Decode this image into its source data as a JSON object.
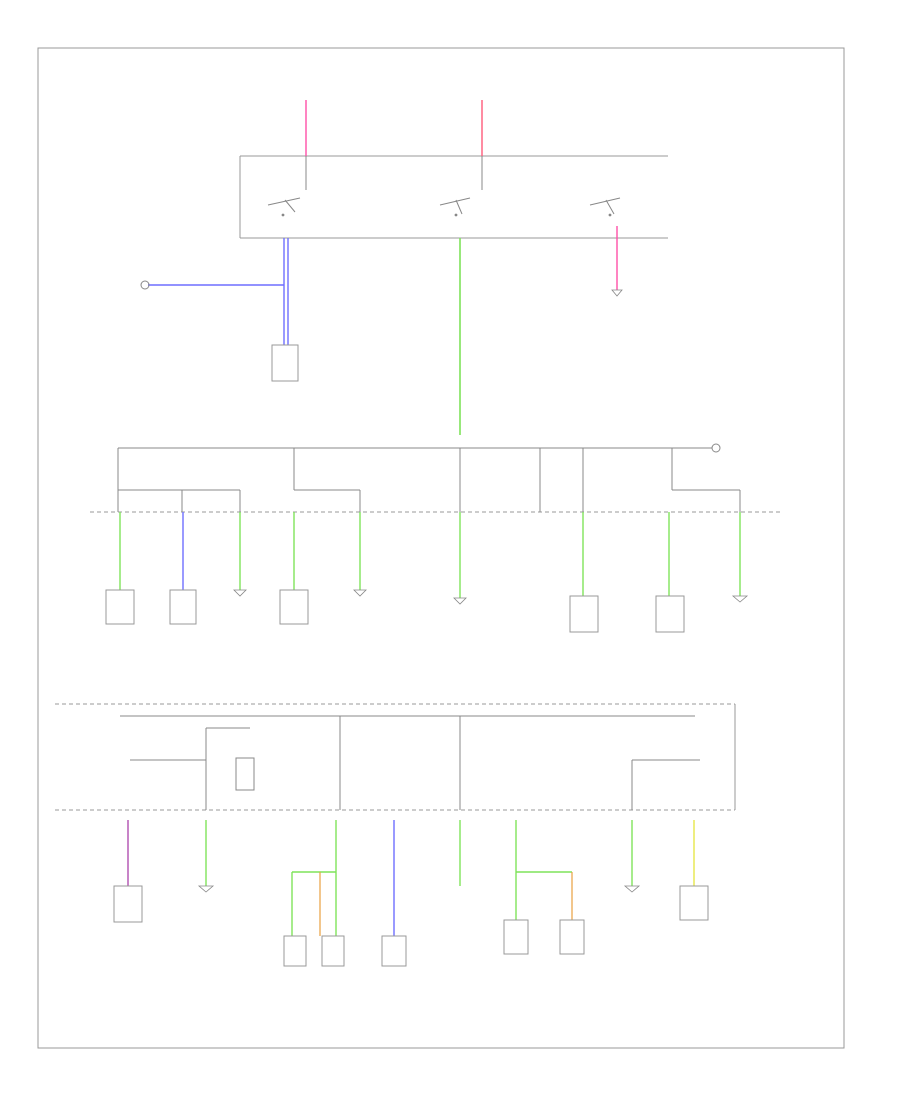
{
  "diagram": {
    "footer_code": "",
    "wire_colors": {
      "black": "#555555",
      "pink": "#ff4fa8",
      "red_pink": "#ff5a7a",
      "blue": "#6f6fff",
      "green": "#7fe35a",
      "yellow": "#e6e64a",
      "orange": "#e8a040",
      "frame": "#999999"
    },
    "labels": {
      "top_source_left": "",
      "top_source_right": "",
      "ignition_switch": "",
      "engine_junction_box": "",
      "interior_junction_box": ""
    },
    "components": [
      {
        "id": "left-starter-relay",
        "label": ""
      },
      {
        "id": "ground-lower-right",
        "label": ""
      },
      {
        "id": "dash-cluster",
        "label": ""
      },
      {
        "id": "horn-relay",
        "label": ""
      },
      {
        "id": "module-a",
        "label": ""
      },
      {
        "id": "transmission-control-module",
        "label": ""
      },
      {
        "id": "cruise-control-module",
        "label": ""
      },
      {
        "id": "radio-module",
        "label": ""
      },
      {
        "id": "fuel-pump-relay",
        "label": ""
      },
      {
        "id": "ignition-coil-module",
        "label": ""
      },
      {
        "id": "powertrain-control-module",
        "label": ""
      },
      {
        "id": "generic-electronic-module",
        "label": ""
      },
      {
        "id": "electronic-throttle-module",
        "label": ""
      },
      {
        "id": "hazard-switch",
        "label": ""
      },
      {
        "id": "steering-control",
        "label": ""
      },
      {
        "id": "climate-control",
        "label": ""
      },
      {
        "id": "fog-lamp-relay",
        "label": ""
      },
      {
        "id": "data-link-connector",
        "label": ""
      },
      {
        "id": "instrument-cluster",
        "label": ""
      }
    ]
  }
}
